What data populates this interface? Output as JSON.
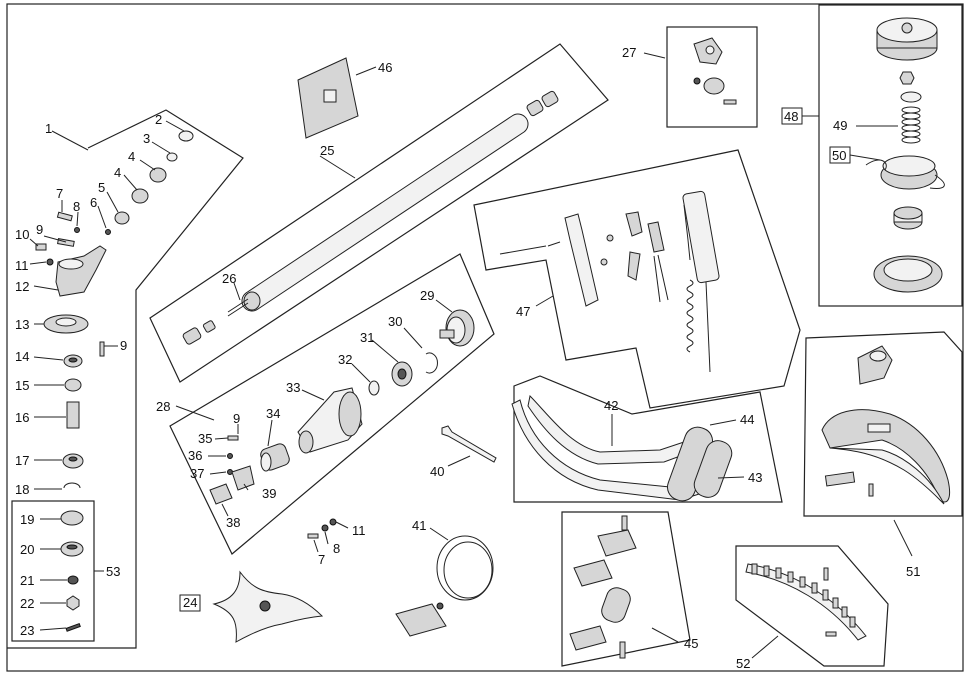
{
  "labels": {
    "p1": "1",
    "p2": "2",
    "p3": "3",
    "p4a": "4",
    "p4b": "4",
    "p5": "5",
    "p6": "6",
    "p7a": "7",
    "p8a": "8",
    "p9a": "9",
    "p10": "10",
    "p11a": "11",
    "p12": "12",
    "p13": "13",
    "p9b": "9",
    "p14": "14",
    "p15": "15",
    "p16": "16",
    "p17": "17",
    "p18": "18",
    "p19": "19",
    "p20": "20",
    "p21": "21",
    "p22": "22",
    "p23": "23",
    "p53": "53",
    "p24": "24",
    "p25": "25",
    "p26": "26",
    "p46": "46",
    "p27": "27",
    "p28": "28",
    "p29": "29",
    "p30": "30",
    "p31": "31",
    "p32": "32",
    "p33": "33",
    "p34": "34",
    "p35": "35",
    "p9c": "9",
    "p36": "36",
    "p37": "37",
    "p38": "38",
    "p39": "39",
    "p11b": "11",
    "p8b": "8",
    "p7b": "7",
    "p40": "40",
    "p41": "41",
    "p42": "42",
    "p43": "43",
    "p44": "44",
    "p45": "45",
    "p47": "47",
    "p48": "48",
    "p49": "49",
    "p50": "50",
    "p51": "51",
    "p52": "52"
  },
  "colors": {
    "line": "#222222",
    "metal": "#d6d6d6",
    "dark": "#555555",
    "background": "#ffffff"
  }
}
